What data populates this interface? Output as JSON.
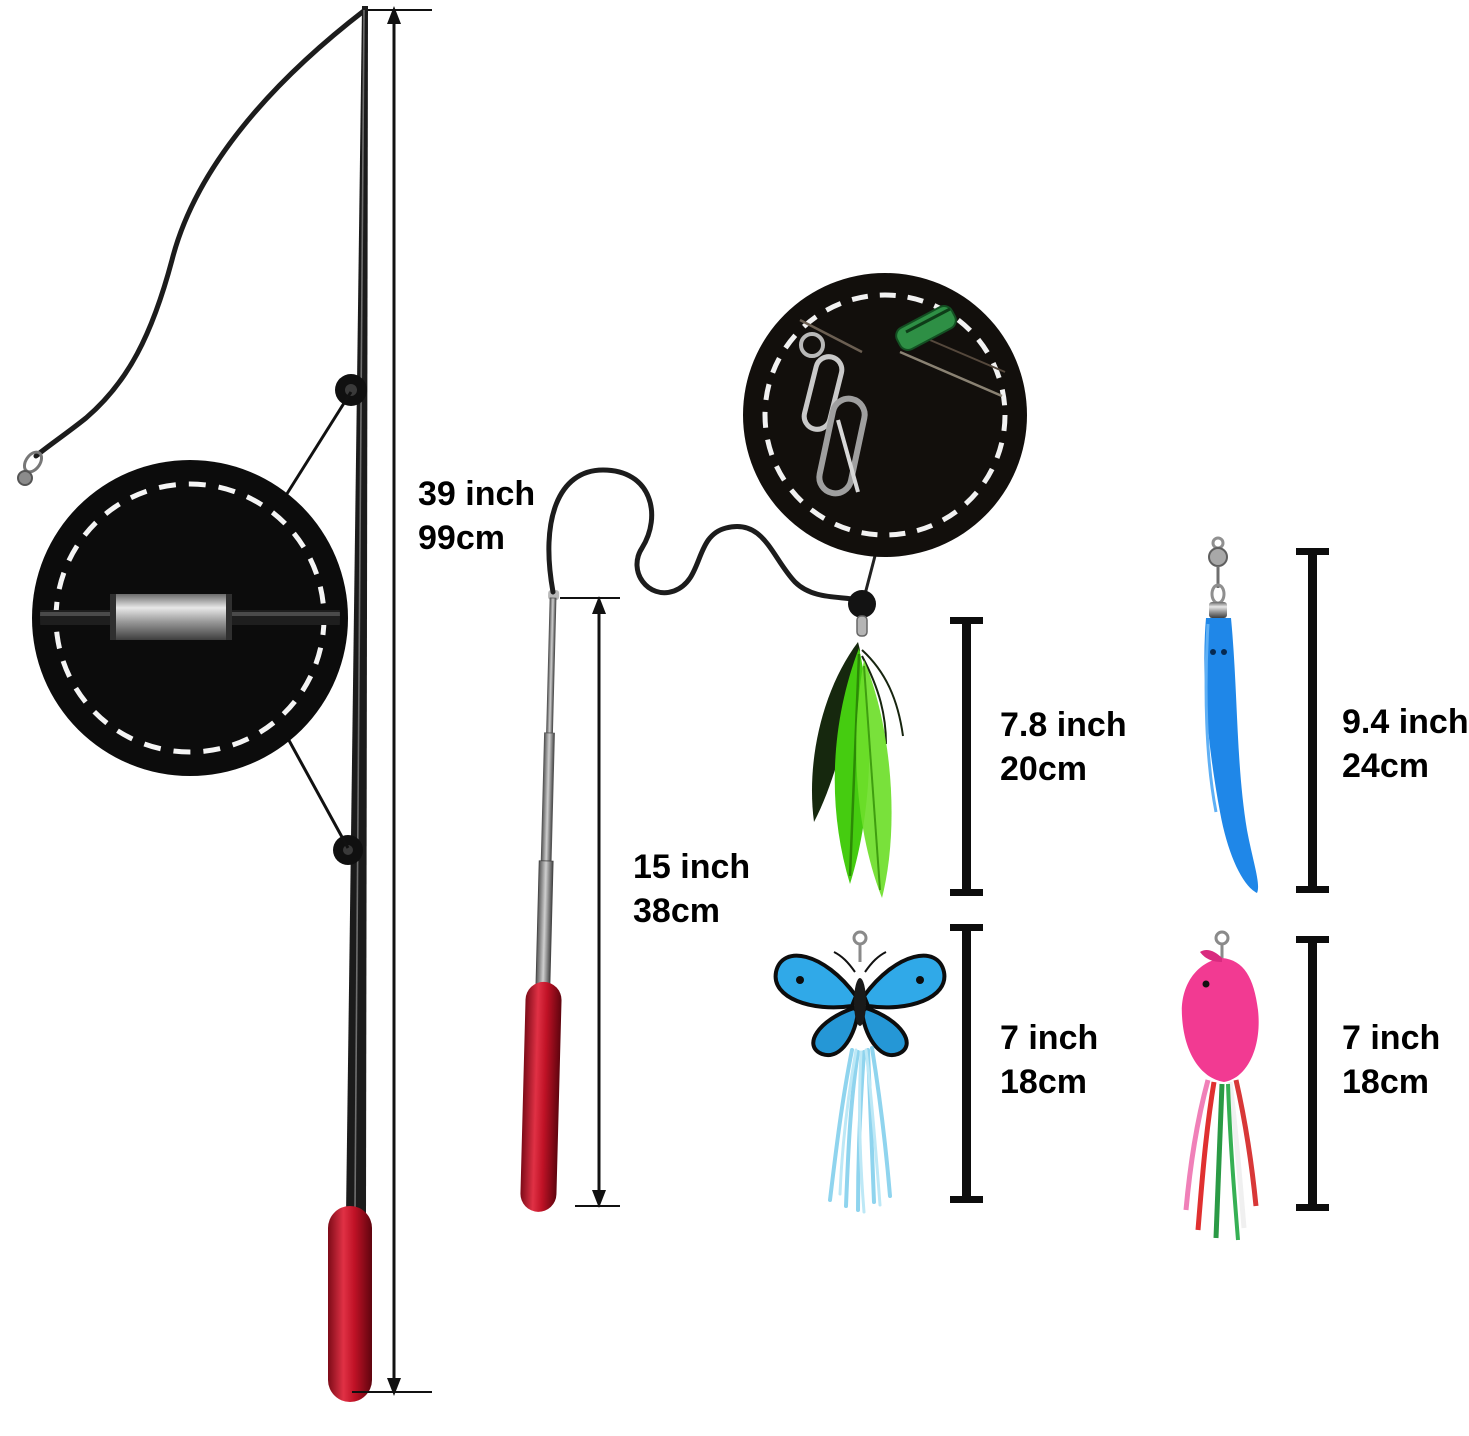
{
  "diagram": {
    "background": "#ffffff",
    "labels": {
      "rod_extended": {
        "inches": "39 inch",
        "cm": "99cm"
      },
      "rod_retracted": {
        "inches": "15 inch",
        "cm": "38cm"
      },
      "feather_teaser": {
        "inches": "7.8 inch",
        "cm": "20cm"
      },
      "worm_teaser": {
        "inches": "9.4 inch",
        "cm": "24cm"
      },
      "butterfly_teaser": {
        "inches": "7 inch",
        "cm": "18cm"
      },
      "fish_teaser": {
        "inches": "7 inch",
        "cm": "18cm"
      }
    },
    "colors": {
      "handle_red": "#c01226",
      "string_black": "#1c1c1c",
      "feather_green": "#45cc10",
      "worm_blue": "#1f87e8",
      "butterfly_blue": "#30a9e8",
      "tassel_light_blue": "#8fd4ee",
      "fish_pink": "#f23a92",
      "inset_background": "#0c0c0c"
    }
  }
}
